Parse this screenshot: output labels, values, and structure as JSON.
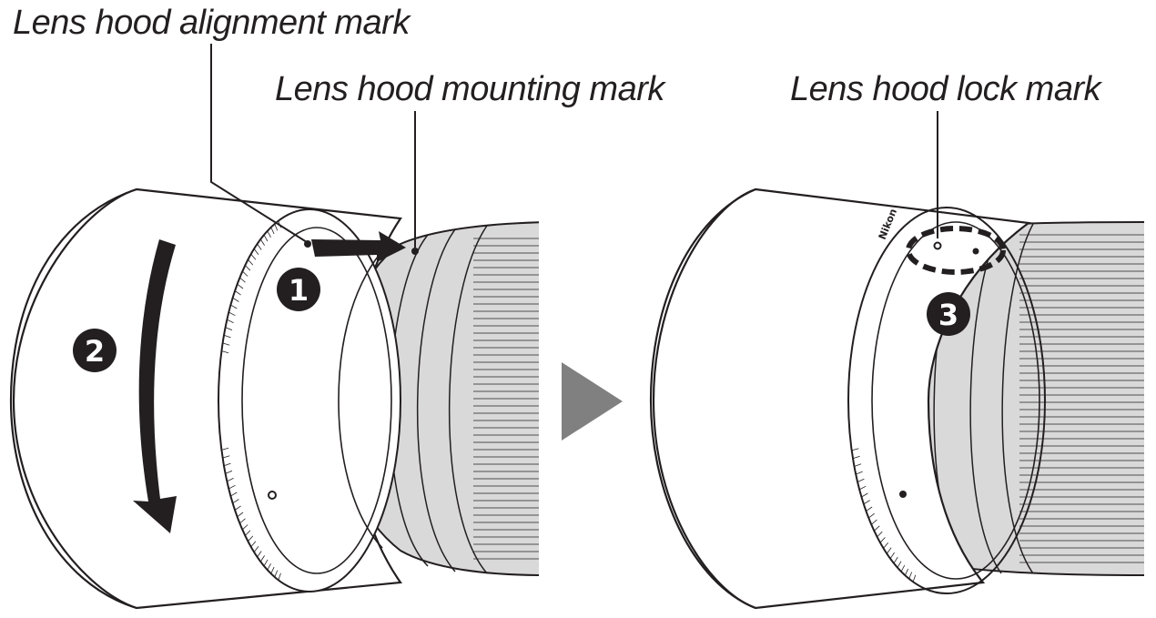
{
  "labels": {
    "alignment_mark": "Lens hood alignment mark",
    "mounting_mark": "Lens hood mounting mark",
    "lock_mark": "Lens hood lock mark"
  },
  "steps": {
    "step1": "1",
    "step2": "2",
    "step3": "3"
  },
  "brand": "Nikon",
  "colors": {
    "line": "#231f20",
    "lens_fill": "#d9d9d9",
    "next_arrow": "#808080",
    "background": "#ffffff"
  }
}
